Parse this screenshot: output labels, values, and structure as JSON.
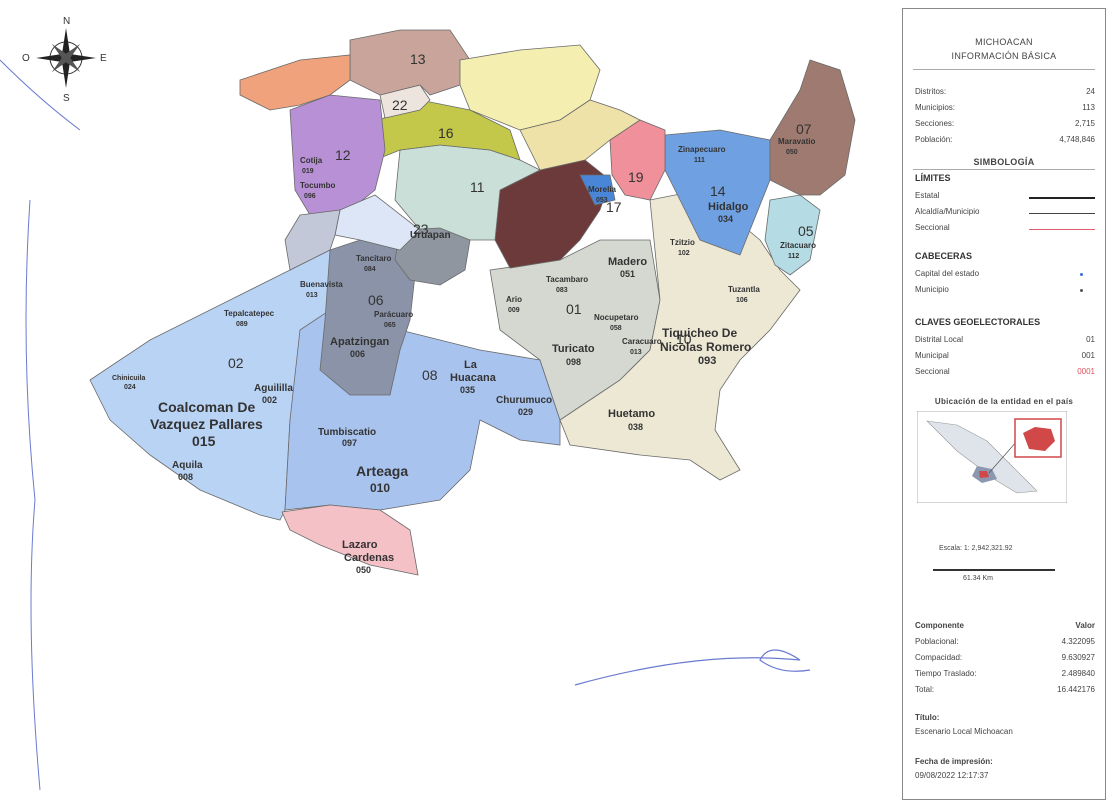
{
  "compass": {
    "n": "N",
    "s": "S",
    "e": "E",
    "o": "O"
  },
  "map": {
    "districts": [
      {
        "label": "13"
      },
      {
        "label": "22"
      },
      {
        "label": "12"
      },
      {
        "label": "16"
      },
      {
        "label": "11"
      },
      {
        "label": "23"
      },
      {
        "label": "19"
      },
      {
        "label": "17"
      },
      {
        "label": "14"
      },
      {
        "label": "07"
      },
      {
        "label": "05"
      },
      {
        "label": "06"
      },
      {
        "label": "02"
      },
      {
        "label": "08"
      },
      {
        "label": "01"
      },
      {
        "label": "10"
      }
    ],
    "municipalities": [
      {
        "name": "Coalcoman De",
        "code": ""
      },
      {
        "name": "Vazquez Pallares",
        "code": "015"
      },
      {
        "name": "Aguililla",
        "code": "002"
      },
      {
        "name": "Aquila",
        "code": "008"
      },
      {
        "name": "Tumbiscatio",
        "code": "097"
      },
      {
        "name": "Arteaga",
        "code": "010"
      },
      {
        "name": "Apatzingan",
        "code": "006"
      },
      {
        "name": "La",
        "code": ""
      },
      {
        "name": "Huacana",
        "code": "035"
      },
      {
        "name": "Churumuco",
        "code": "029"
      },
      {
        "name": "Turicato",
        "code": "098"
      },
      {
        "name": "Madero",
        "code": "051"
      },
      {
        "name": "Huetamo",
        "code": "038"
      },
      {
        "name": "Tiquicheo De",
        "code": ""
      },
      {
        "name": "Nicolas Romero",
        "code": "093"
      },
      {
        "name": "Hidalgo",
        "code": "034"
      },
      {
        "name": "Lazaro",
        "code": ""
      },
      {
        "name": "Cardenas",
        "code": "050"
      },
      {
        "name": "Uruapan",
        "code": ""
      },
      {
        "name": "Ario",
        "code": "009"
      },
      {
        "name": "Tacambaro",
        "code": "083"
      },
      {
        "name": "Nocupetaro",
        "code": "058"
      },
      {
        "name": "Tancitaro",
        "code": "084"
      },
      {
        "name": "Parácuaro",
        "code": "065"
      },
      {
        "name": "Buenavista",
        "code": "013"
      },
      {
        "name": "Tepalcatepec",
        "code": "089"
      },
      {
        "name": "Zitacuaro",
        "code": "112"
      },
      {
        "name": "Tuzantla",
        "code": "106"
      },
      {
        "name": "Zinapecuaro",
        "code": "111"
      },
      {
        "name": "Maravatio",
        "code": "050"
      },
      {
        "name": "Cotija",
        "code": "019"
      },
      {
        "name": "Tocumbo",
        "code": "096"
      },
      {
        "name": "Tzitzio",
        "code": "102"
      },
      {
        "name": "Caracuaro",
        "code": "013"
      },
      {
        "name": "Chinicuila",
        "code": "024"
      },
      {
        "name": "Morelia",
        "code": "053"
      }
    ]
  },
  "panel": {
    "header_line1": "MICHOACAN",
    "header_line2": "INFORMACIÓN BÁSICA",
    "stats": [
      {
        "label": "Distritos:",
        "value": "24"
      },
      {
        "label": "Municipios:",
        "value": "113"
      },
      {
        "label": "Secciones:",
        "value": "2,715"
      },
      {
        "label": "Población:",
        "value": "4,748,846"
      }
    ],
    "simbologia": "SIMBOLOGÍA",
    "limites": "LÍMITES",
    "limites_items": [
      {
        "label": "Estatal",
        "color": "#222222"
      },
      {
        "label": "Alcaldía/Municipio",
        "color": "#444444"
      },
      {
        "label": "Seccional",
        "color": "#e06070"
      }
    ],
    "cabeceras": "CABECERAS",
    "cabeceras_items": [
      {
        "label": "Capital del estado",
        "color": "#3a6fd8"
      },
      {
        "label": "Municipio",
        "color": "#555555"
      }
    ],
    "claves": "CLAVES GEOELECTORALES",
    "claves_items": [
      {
        "label": "Distrital Local",
        "value": "01",
        "color": "#333333"
      },
      {
        "label": "Municipal",
        "value": "001",
        "color": "#333333"
      },
      {
        "label": "Seccional",
        "value": "0001",
        "color": "#e05060"
      }
    ],
    "ubicacion": "Ubicación de la entidad en el país",
    "scale_text": "Escala: 1: 2,942,321.92",
    "scale_km": "61.34 Km",
    "component_header": "Componente",
    "value_header": "Valor",
    "components": [
      {
        "label": "Poblacional:",
        "value": "4.322095"
      },
      {
        "label": "Compacidad:",
        "value": "9.630927"
      },
      {
        "label": "Tiempo Traslado:",
        "value": "2.489840"
      },
      {
        "label": "Total:",
        "value": "16.442176"
      }
    ],
    "titulo_label": "Título:",
    "titulo_value": "Escenario Local Michoacan",
    "fecha_label": "Fecha de impresión:",
    "fecha_value": "09/08/2022 12:17:37"
  },
  "colors": {
    "d02": "#b9d3f5",
    "d08": "#a9c3ef",
    "d10": "#ece8d4",
    "d01": "#d4d8d0",
    "d06": "#8a93a8",
    "d14": "#6fa0e2",
    "d07": "#9e7a70",
    "d12": "#b890d6",
    "d16": "#c3c84a",
    "d13": "#c8a49a",
    "d11": "#c9dfd8",
    "lazaro": "#f3c1c6",
    "uruapan": "#8f96a0",
    "morelia": "#6c3a3a"
  }
}
